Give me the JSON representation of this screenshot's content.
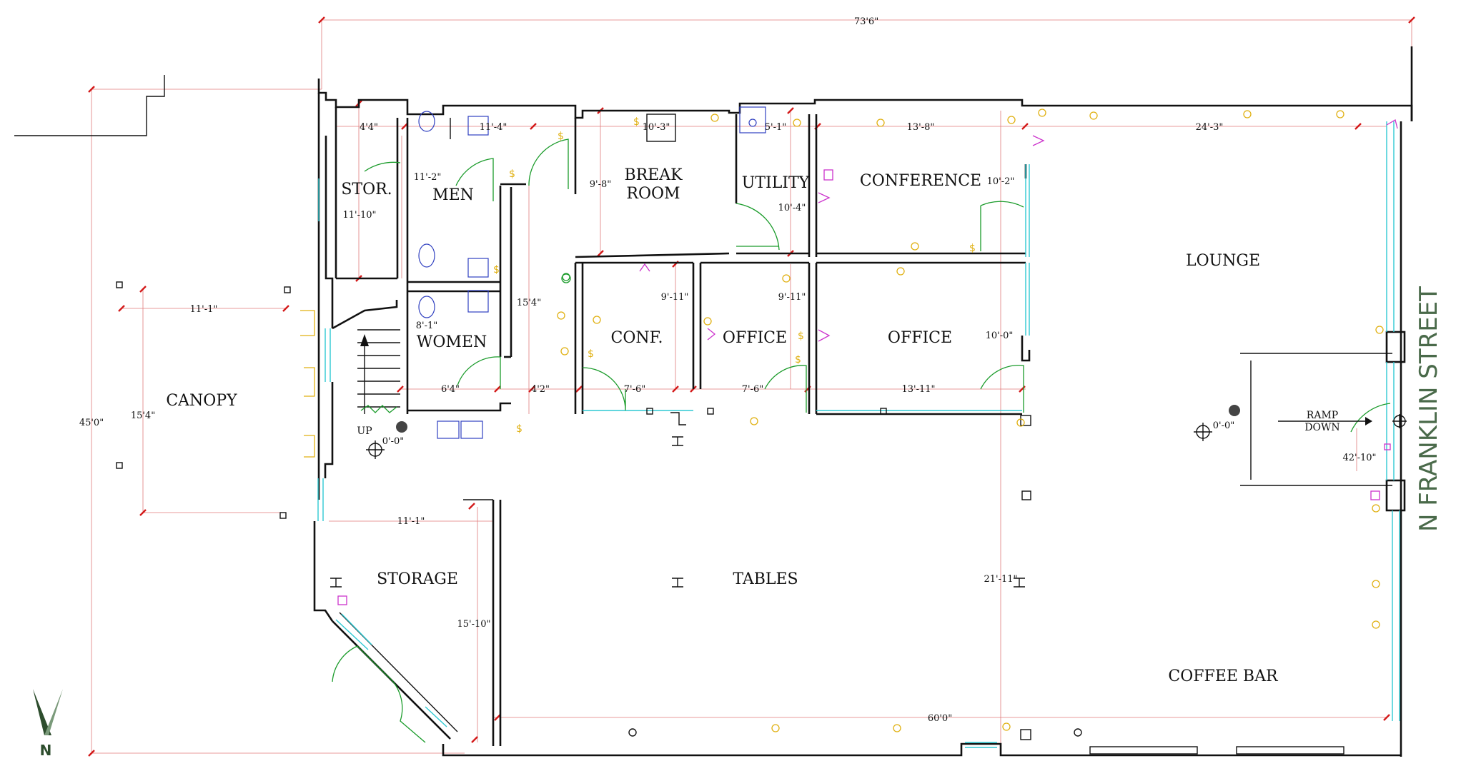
{
  "rooms": {
    "canopy": "CANOPY",
    "storage_small": "STOR.",
    "men": "MEN",
    "women": "WOMEN",
    "break_room_l1": "BREAK",
    "break_room_l2": "ROOM",
    "utility": "UTILITY",
    "conference": "CONFERENCE",
    "conf": "CONF.",
    "office_1": "OFFICE",
    "office_2": "OFFICE",
    "lounge": "LOUNGE",
    "storage": "STORAGE",
    "tables": "TABLES",
    "coffee_bar": "COFFEE BAR",
    "ramp_l1": "RAMP",
    "ramp_l2": "DOWN",
    "up": "UP"
  },
  "dimensions": {
    "overall_width": "73'6\"",
    "overall_depth": "45'0\"",
    "canopy_width": "11'-1\"",
    "canopy_depth": "15'4\"",
    "stor_width": "4'4\"",
    "stor_depth": "11'-10\"",
    "men_width": "11'-4\"",
    "men_depth": "11'-2\"",
    "women_depth": "8'-1\"",
    "women_width": "6'4\"",
    "corridor_depth": "15'4\"",
    "corridor_width": "4'2\"",
    "break_width": "10'-3\"",
    "break_depth": "9'-8\"",
    "utility_width": "5'-1\"",
    "utility_depth": "10'-4\"",
    "conference_width": "13'-8\"",
    "conference_depth": "10'-2\"",
    "lounge_width": "24'-3\"",
    "conf_depth": "9'-11\"",
    "office1_depth": "9'-11\"",
    "conf_width": "7'-6\"",
    "office1_width": "7'-6\"",
    "office2_width": "13'-11\"",
    "office2_depth": "10'-0\"",
    "storage_width": "11'-1\"",
    "storage_depth": "15'-10\"",
    "tables_depth": "21'-11\"",
    "main_width": "60'0\"",
    "ramp_dim": "42'-10\"",
    "elev_left": "0'-0\"",
    "elev_right": "0'-0\""
  },
  "labels": {
    "street": "N FRANKLIN STREET",
    "north": "N"
  },
  "colors": {
    "wall": "#111111",
    "dimension": "#d31919",
    "glazing": "#2fc9d3",
    "door": "#1a9b2a",
    "electrical": "#e0b010",
    "north_arrow": "#2d4d2d"
  }
}
